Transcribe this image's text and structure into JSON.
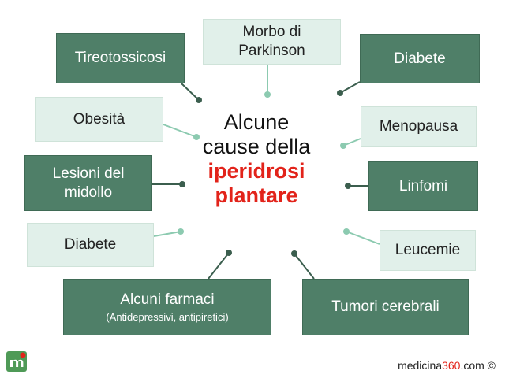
{
  "center": {
    "line1": "Alcune",
    "line2": "cause della",
    "highlight1": "iperidrosi",
    "highlight2": "plantare",
    "highlight_color": "#e2231a"
  },
  "boxes": {
    "tireotossicosi": {
      "label": "Tireotossicosi"
    },
    "parkinson": {
      "line1": "Morbo di",
      "line2": "Parkinson"
    },
    "diabete_right": {
      "label": "Diabete"
    },
    "obesita": {
      "label": "Obesità"
    },
    "menopausa": {
      "label": "Menopausa"
    },
    "lesioni": {
      "line1": "Lesioni del",
      "line2": "midollo"
    },
    "linfomi": {
      "label": "Linfomi"
    },
    "diabete_left": {
      "label": "Diabete"
    },
    "leucemie": {
      "label": "Leucemie"
    },
    "farmaci": {
      "label": "Alcuni farmaci",
      "sub": "(Antidepressivi, antipiretici)"
    },
    "tumori": {
      "label": "Tumori cerebrali"
    }
  },
  "footer": {
    "brand": "medicina",
    "brand_accent": "360",
    "suffix": ".com ©"
  },
  "colors": {
    "dark_box": "#4f7f68",
    "light_box": "#e1f0ea",
    "dark_line": "#3b5e4e",
    "light_line": "#8ccab0"
  }
}
